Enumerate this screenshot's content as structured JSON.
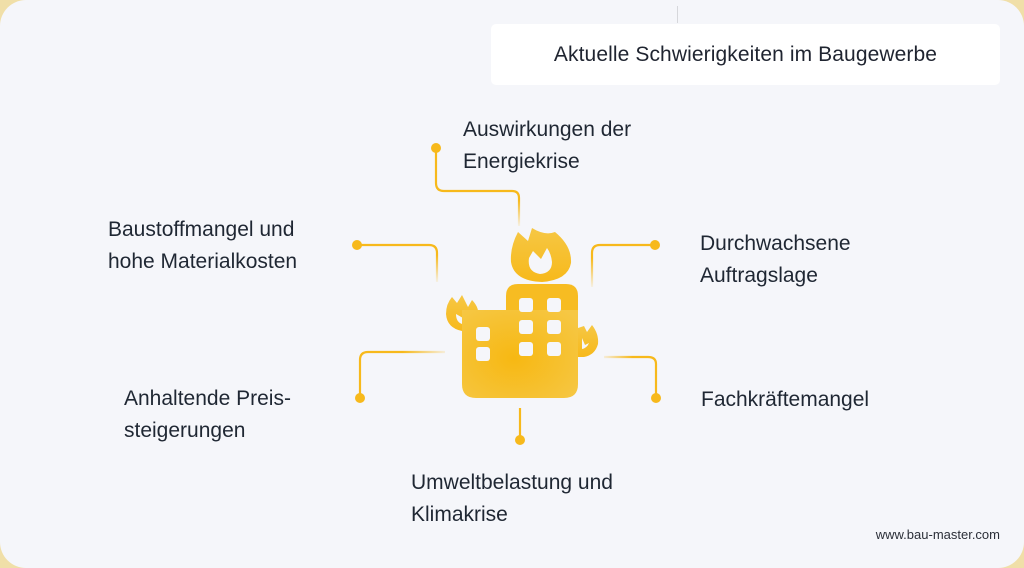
{
  "title": "Aktuelle Schwierigkeiten im Baugewerbe",
  "center_icon": "burning-building-icon",
  "items": [
    {
      "id": "energy",
      "label": "Auswirkungen der\nEnergiekrise",
      "position": "top"
    },
    {
      "id": "materials",
      "label": "Baustoffmangel und\nhohe Materialkosten",
      "position": "upper-left"
    },
    {
      "id": "orders",
      "label": "Durchwachsene\nAuftragslage",
      "position": "upper-right"
    },
    {
      "id": "prices",
      "label": "Anhaltende Preis-\nsteigerungen",
      "position": "lower-left"
    },
    {
      "id": "labour",
      "label": "Fachkräftemangel",
      "position": "lower-right"
    },
    {
      "id": "environment",
      "label": "Umweltbelastung und\nKlimakrise",
      "position": "bottom"
    }
  ],
  "footer": "www.bau-master.com",
  "colors": {
    "accent": "#f7b91b",
    "icon_light": "#f6c744",
    "background": "#f5f6fa",
    "outer": "#f0dfa8",
    "text": "#1f2733"
  }
}
